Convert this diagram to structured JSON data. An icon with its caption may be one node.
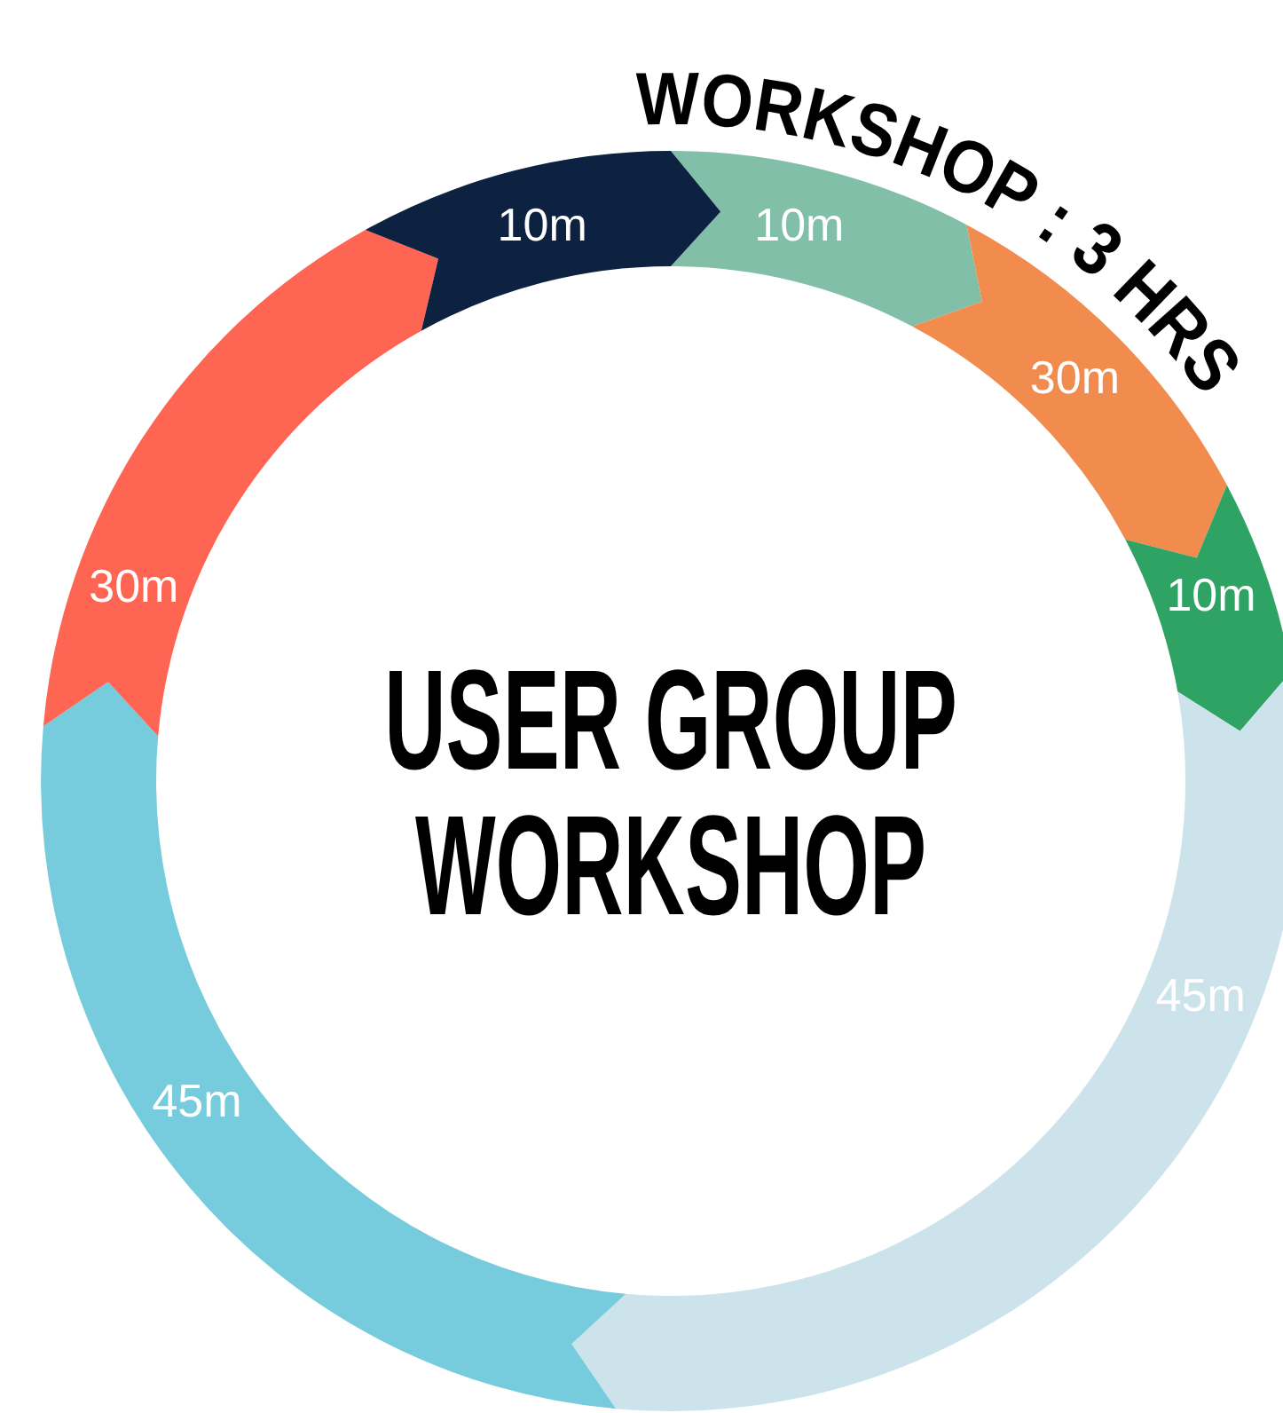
{
  "diagram": {
    "title": "WORKSHOP : 3 HRS",
    "nodes": [
      {
        "text": [
          "10m"
        ]
      },
      {
        "text": [
          "30m"
        ]
      },
      {
        "text": [
          "10m"
        ]
      },
      {
        "text": [
          "45m"
        ]
      },
      {
        "text": [
          "45m"
        ]
      },
      {
        "text": [
          "30m"
        ]
      },
      {
        "text": [
          "10m"
        ]
      }
    ],
    "labels": [
      "USER GROUP WORKSHOP"
    ]
  }
}
